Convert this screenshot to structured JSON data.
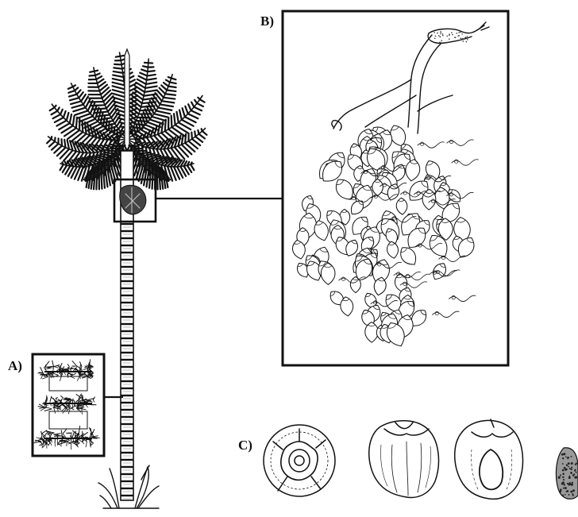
{
  "figure": {
    "panels": [
      {
        "id": "A",
        "label": "A)"
      },
      {
        "id": "B",
        "label": "B)"
      },
      {
        "id": "C",
        "label": "C)"
      }
    ]
  }
}
